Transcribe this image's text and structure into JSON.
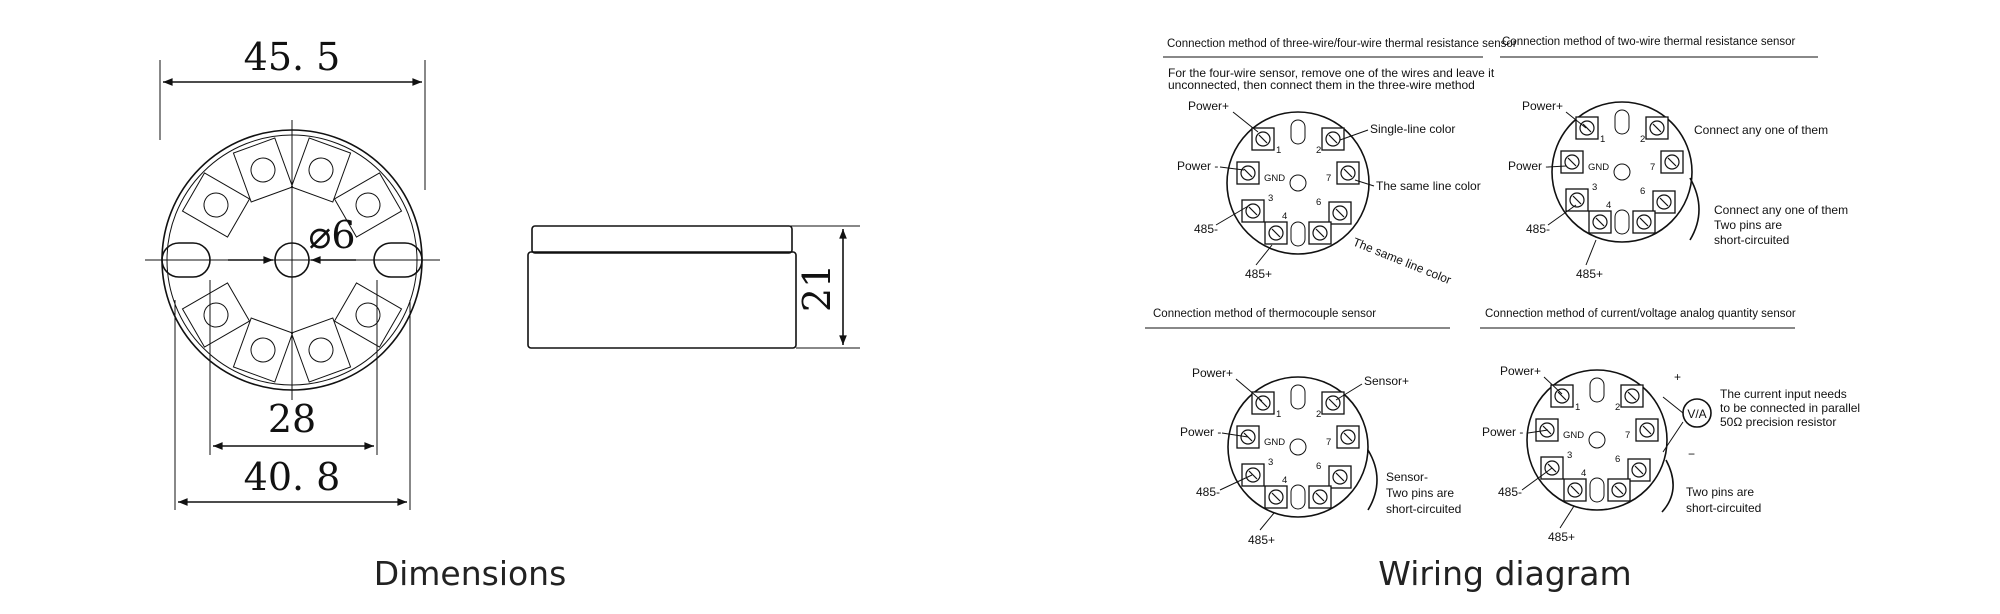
{
  "dimensions": {
    "width_top": "45. 5",
    "bore": "⌀6",
    "spacing_inner": "28",
    "width_bottom": "40. 8",
    "height": "21",
    "caption": "Dimensions"
  },
  "wiring": {
    "caption": "Wiring diagram",
    "pin_labels": [
      "1",
      "2",
      "GND",
      "7",
      "3",
      "6",
      "4"
    ],
    "panels": [
      {
        "title": "Connection method of three-wire/four-wire thermal resistance sensor",
        "note_lines": [
          "For the four-wire sensor, remove one of the wires and leave it",
          "unconnected, then connect them in the three-wire method"
        ],
        "labels": [
          "Power+",
          "Power -",
          "485-",
          "485+",
          "Single-line color",
          "The same line color",
          "The same line color"
        ]
      },
      {
        "title": "Connection method of two-wire thermal resistance sensor",
        "labels": [
          "Power+",
          "Power -",
          "485-",
          "485+",
          "Connect any one of them",
          "Connect any one of them",
          "Two pins are",
          "short-circuited"
        ]
      },
      {
        "title": "Connection method of thermocouple sensor",
        "labels": [
          "Power+",
          "Power -",
          "485-",
          "485+",
          "Sensor+",
          "Sensor-",
          "Two pins are",
          "short-circuited"
        ]
      },
      {
        "title": "Connection method of current/voltage analog quantity sensor",
        "labels": [
          "Power+",
          "Power -",
          "485-",
          "485+",
          "+",
          "V/A",
          "−",
          "The current input needs",
          "to be connected in parallel",
          "50Ω precision resistor",
          "Two pins are",
          "short-circuited"
        ]
      }
    ]
  }
}
